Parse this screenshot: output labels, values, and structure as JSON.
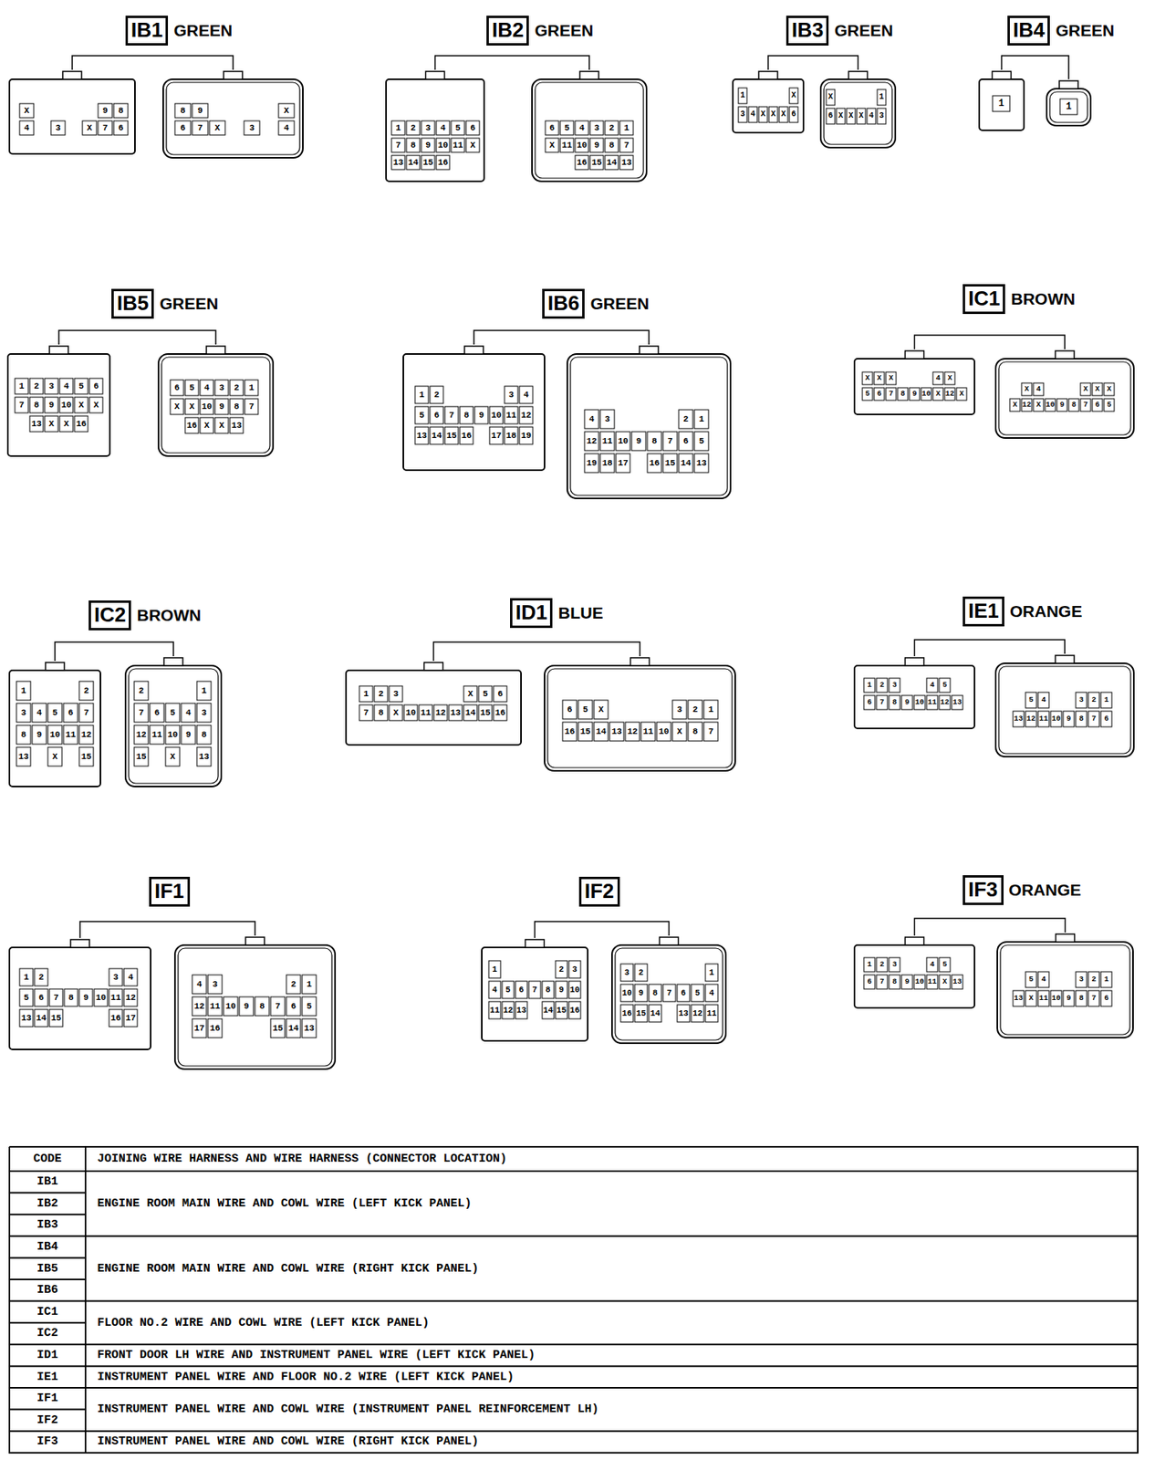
{
  "diagram": {
    "nodes": [
      {
        "text": [
          "IB1",
          "GREEN"
        ]
      },
      {
        "text": [
          "IB2",
          "GREEN"
        ]
      },
      {
        "text": [
          "IB3",
          "GREEN"
        ]
      },
      {
        "text": [
          "IB4",
          "GREEN"
        ]
      },
      {
        "text": [
          "IB5",
          "GREEN"
        ]
      },
      {
        "text": [
          "IB6",
          "GREEN"
        ]
      },
      {
        "text": [
          "IC1",
          "BROWN"
        ]
      },
      {
        "text": [
          "IC2",
          "BROWN"
        ]
      },
      {
        "text": [
          "ID1",
          "BLUE"
        ]
      },
      {
        "text": [
          "IE1",
          "ORANGE"
        ]
      },
      {
        "text": [
          "IF1"
        ]
      },
      {
        "text": [
          "IF2"
        ]
      },
      {
        "text": [
          "IF3",
          "ORANGE"
        ]
      }
    ],
    "labels": [
      "X",
      "9",
      "8",
      "4",
      "3",
      "X",
      "7",
      "6",
      "8",
      "9",
      "X",
      "6",
      "7",
      "X",
      "3",
      "4",
      "1",
      "2",
      "3",
      "4",
      "5",
      "6",
      "7",
      "8",
      "9",
      "10",
      "11",
      "X",
      "13",
      "14",
      "15",
      "16",
      "6",
      "5",
      "4",
      "3",
      "2",
      "1",
      "X",
      "11",
      "10",
      "9",
      "8",
      "7",
      "16",
      "15",
      "14",
      "13",
      "1",
      "X",
      "3",
      "4",
      "X",
      "X",
      "X",
      "6",
      "X",
      "1",
      "6",
      "X",
      "X",
      "X",
      "4",
      "3",
      "1",
      "1",
      "1",
      "2",
      "3",
      "4",
      "5",
      "6",
      "7",
      "8",
      "9",
      "10",
      "X",
      "X",
      "13",
      "X",
      "X",
      "16",
      "6",
      "5",
      "4",
      "3",
      "2",
      "1",
      "X",
      "X",
      "10",
      "9",
      "8",
      "7",
      "16",
      "X",
      "X",
      "13",
      "1",
      "2",
      "3",
      "4",
      "5",
      "6",
      "7",
      "8",
      "9",
      "10",
      "11",
      "12",
      "13",
      "14",
      "15",
      "16",
      "17",
      "18",
      "19",
      "4",
      "3",
      "2",
      "1",
      "12",
      "11",
      "10",
      "9",
      "8",
      "7",
      "6",
      "5",
      "19",
      "18",
      "17",
      "16",
      "15",
      "14",
      "13",
      "X",
      "X",
      "X",
      "4",
      "X",
      "5",
      "6",
      "7",
      "8",
      "9",
      "10",
      "X",
      "12",
      "X",
      "X",
      "4",
      "X",
      "X",
      "X",
      "X",
      "12",
      "X",
      "10",
      "9",
      "8",
      "7",
      "6",
      "5",
      "1",
      "2",
      "3",
      "4",
      "5",
      "6",
      "7",
      "8",
      "9",
      "10",
      "11",
      "12",
      "13",
      "X",
      "15",
      "2",
      "1",
      "7",
      "6",
      "5",
      "4",
      "3",
      "12",
      "11",
      "10",
      "9",
      "8",
      "15",
      "X",
      "13",
      "1",
      "2",
      "3",
      "X",
      "5",
      "6",
      "7",
      "8",
      "X",
      "10",
      "11",
      "12",
      "13",
      "14",
      "15",
      "16",
      "6",
      "5",
      "X",
      "3",
      "2",
      "1",
      "16",
      "15",
      "14",
      "13",
      "12",
      "11",
      "10",
      "X",
      "8",
      "7",
      "1",
      "2",
      "3",
      "4",
      "5",
      "6",
      "7",
      "8",
      "9",
      "10",
      "11",
      "12",
      "13",
      "5",
      "4",
      "3",
      "2",
      "1",
      "13",
      "12",
      "11",
      "10",
      "9",
      "8",
      "7",
      "6",
      "1",
      "2",
      "3",
      "4",
      "5",
      "6",
      "7",
      "8",
      "9",
      "10",
      "11",
      "12",
      "13",
      "14",
      "15",
      "16",
      "17",
      "4",
      "3",
      "2",
      "1",
      "12",
      "11",
      "10",
      "9",
      "8",
      "7",
      "6",
      "5",
      "17",
      "16",
      "15",
      "14",
      "13",
      "1",
      "2",
      "3",
      "4",
      "5",
      "6",
      "7",
      "8",
      "9",
      "10",
      "11",
      "12",
      "13",
      "14",
      "15",
      "16",
      "3",
      "2",
      "1",
      "10",
      "9",
      "8",
      "7",
      "6",
      "5",
      "4",
      "16",
      "15",
      "14",
      "13",
      "12",
      "11",
      "1",
      "2",
      "3",
      "4",
      "5",
      "6",
      "7",
      "8",
      "9",
      "10",
      "11",
      "X",
      "13",
      "5",
      "4",
      "3",
      "2",
      "1",
      "13",
      "X",
      "11",
      "10",
      "9",
      "8",
      "7",
      "6",
      "CODE",
      "JOINING WIRE HARNESS AND WIRE HARNESS (CONNECTOR LOCATION)",
      "IB1",
      "IB2",
      "IB3",
      "ENGINE ROOM MAIN WIRE AND COWL WIRE (LEFT KICK PANEL)",
      "IB4",
      "IB5",
      "IB6",
      "ENGINE ROOM MAIN WIRE AND COWL WIRE (RIGHT KICK PANEL)",
      "IC1",
      "IC2",
      "FLOOR NO.2 WIRE AND COWL WIRE (LEFT KICK PANEL)",
      "ID1",
      "FRONT DOOR LH WIRE AND INSTRUMENT PANEL WIRE (LEFT KICK PANEL)",
      "IE1",
      "INSTRUMENT PANEL WIRE AND FLOOR NO.2 WIRE (LEFT KICK PANEL)",
      "IF1",
      "IF2",
      "INSTRUMENT PANEL WIRE AND COWL WIRE (INSTRUMENT PANEL REINFORCEMENT LH)",
      "IF3",
      "INSTRUMENT PANEL WIRE AND COWL WIRE (RIGHT KICK PANEL)"
    ]
  }
}
